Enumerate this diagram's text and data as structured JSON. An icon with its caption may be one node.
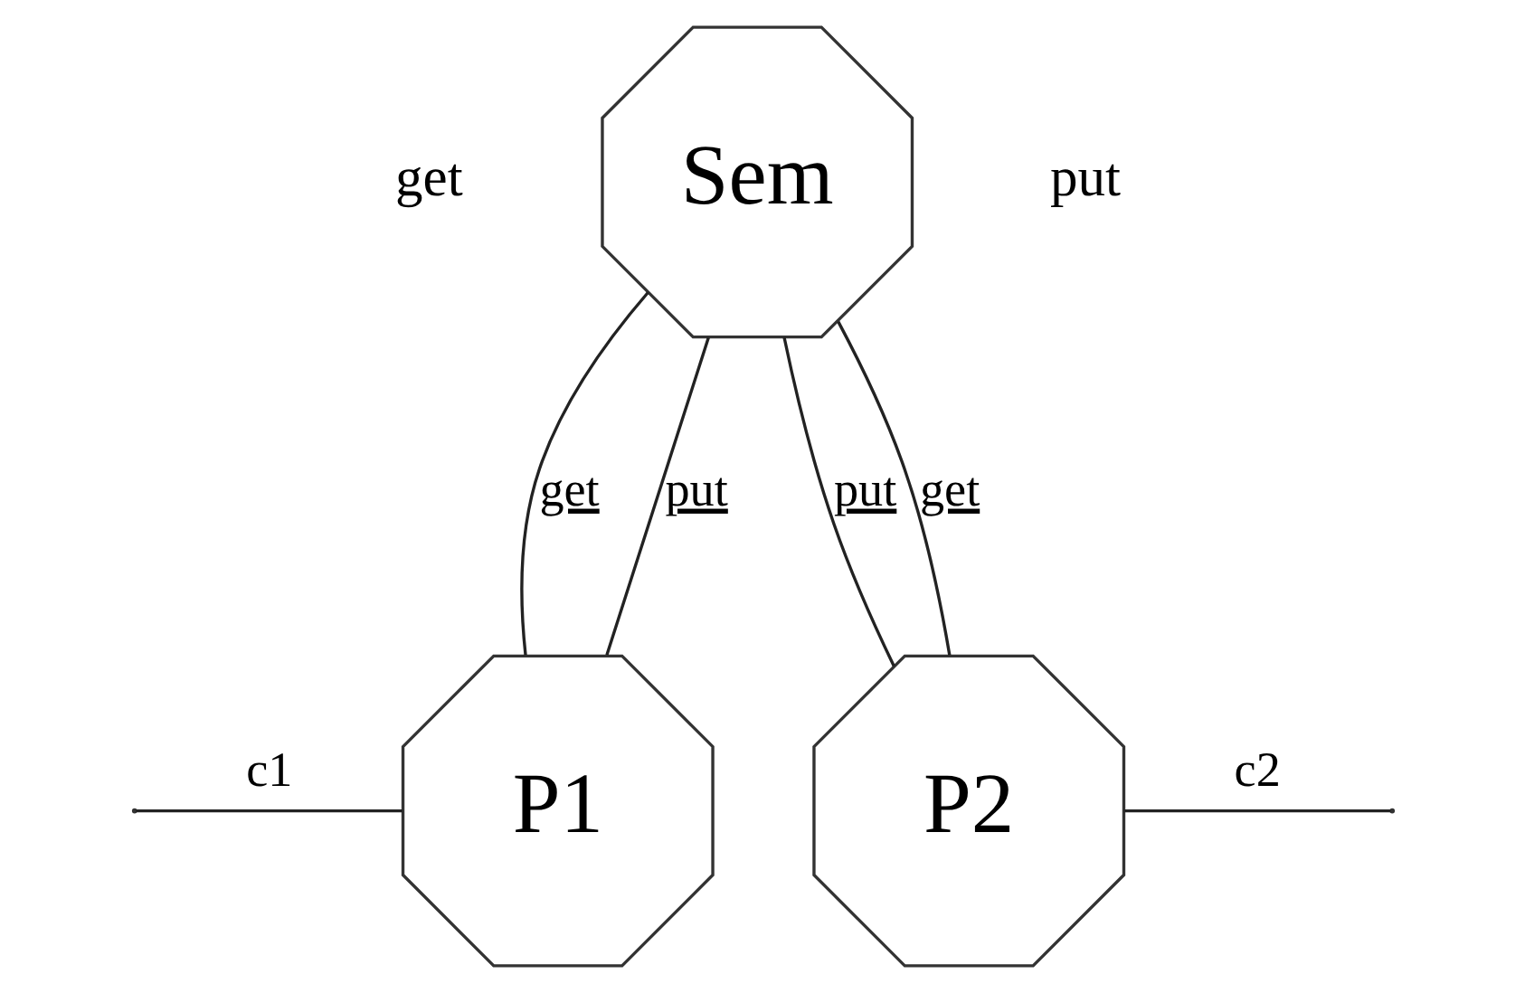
{
  "diagram": {
    "nodes": [
      {
        "text": [
          "Sem"
        ],
        "beside": [
          "get",
          "put"
        ]
      },
      {
        "text": [
          "P1"
        ]
      },
      {
        "text": [
          "P2"
        ]
      }
    ],
    "edges": [
      {
        "from": 0,
        "to": 1,
        "arrow": "none",
        "label": "get"
      },
      {
        "from": 0,
        "to": 1,
        "arrow": "none",
        "label": "put"
      },
      {
        "from": 0,
        "to": 2,
        "arrow": "none",
        "label": "put"
      },
      {
        "from": 0,
        "to": 2,
        "arrow": "none",
        "label": "get"
      },
      {
        "from": null,
        "to": 1,
        "arrow": "none",
        "label": "c1"
      },
      {
        "from": 2,
        "to": null,
        "arrow": "none",
        "label": "c2"
      }
    ]
  }
}
